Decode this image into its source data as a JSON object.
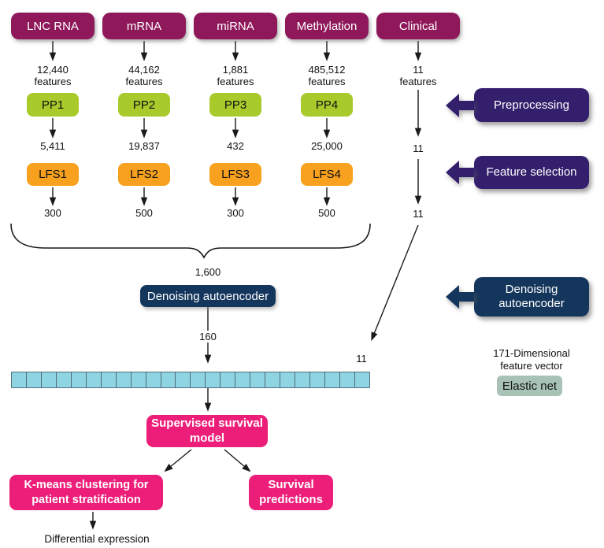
{
  "colors": {
    "source_box": "#8e185a",
    "preprocess_box": "#a8ca2b",
    "feature_select_box": "#f7a11e",
    "stage_label_box": "#341f6d",
    "autoencoder_box": "#14365c",
    "model_box": "#ec1e79",
    "vector_cell": "#8ed4e3",
    "elastic_net_box": "#a9c2b6"
  },
  "columns": [
    {
      "source": "LNC RNA",
      "features_count": "12,440",
      "features_word": "features",
      "pp_label": "PP1",
      "after_pp": "5,411",
      "lfs_label": "LFS1",
      "after_lfs": "300"
    },
    {
      "source": "mRNA",
      "features_count": "44,162",
      "features_word": "features",
      "pp_label": "PP2",
      "after_pp": "19,837",
      "lfs_label": "LFS2",
      "after_lfs": "500"
    },
    {
      "source": "miRNA",
      "features_count": "1,881",
      "features_word": "features",
      "pp_label": "PP3",
      "after_pp": "432",
      "lfs_label": "LFS3",
      "after_lfs": "300"
    },
    {
      "source": "Methylation",
      "features_count": "485,512",
      "features_word": "features",
      "pp_label": "PP4",
      "after_pp": "25,000",
      "lfs_label": "LFS4",
      "after_lfs": "500"
    },
    {
      "source": "Clinical",
      "features_count": "11",
      "features_word": "features",
      "after_pp": "11",
      "after_lfs": "11",
      "at_vector": "11"
    }
  ],
  "merge": {
    "concat_total": "1,600",
    "autoencoder_label": "Denoising autoencoder",
    "encoded_count": "160"
  },
  "stage_labels": {
    "preprocessing": "Preprocessing",
    "feature_selection": "Feature selection",
    "denoising_autoencoder": "Denoising autoencoder"
  },
  "feature_vector": {
    "cell_count": 24,
    "dimension_note": "171-Dimensional feature vector",
    "classifier_label": "Elastic net"
  },
  "downstream": {
    "model": "Supervised survival model",
    "clustering": "K-means clustering for patient stratification",
    "predictions": "Survival predictions",
    "differential": "Differential expression"
  }
}
